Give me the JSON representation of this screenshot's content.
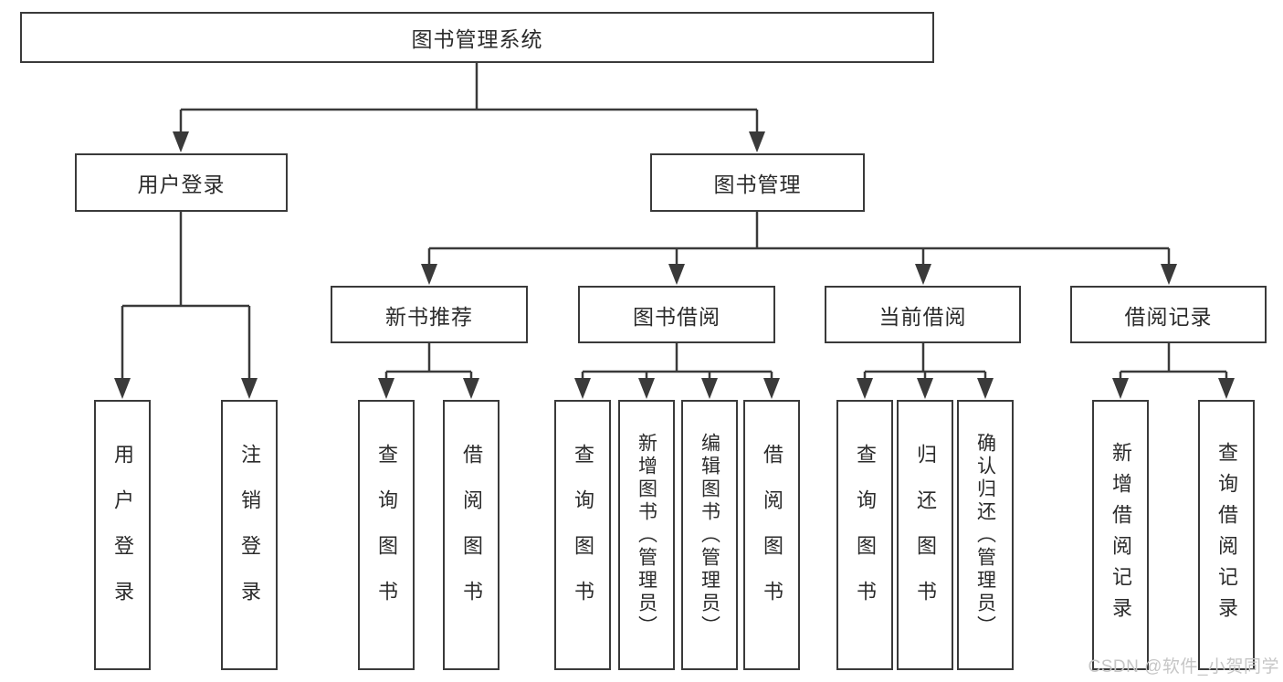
{
  "diagram": {
    "root_label": "图书管理系统",
    "level1": {
      "user": {
        "label": "用户登录",
        "children": [
          "用户登录",
          "注销登录"
        ]
      },
      "book": {
        "label": "图书管理",
        "groups": [
          {
            "label": "新书推荐",
            "children": [
              "查询图书",
              "借阅图书"
            ]
          },
          {
            "label": "图书借阅",
            "children": [
              "查询图书",
              "新增图书（管理员）",
              "编辑图书（管理员）",
              "借阅图书"
            ]
          },
          {
            "label": "当前借阅",
            "children": [
              "查询图书",
              "归还图书",
              "确认归还（管理员）"
            ]
          },
          {
            "label": "借阅记录",
            "children": [
              "新增借阅记录",
              "查询借阅记录"
            ]
          }
        ]
      }
    }
  },
  "watermark": "CSDN @软件_小贺同学",
  "colors": {
    "line": "#3a3a3a",
    "text": "#2b2b2b",
    "watermark": "#c6c6c6",
    "background": "#ffffff"
  }
}
